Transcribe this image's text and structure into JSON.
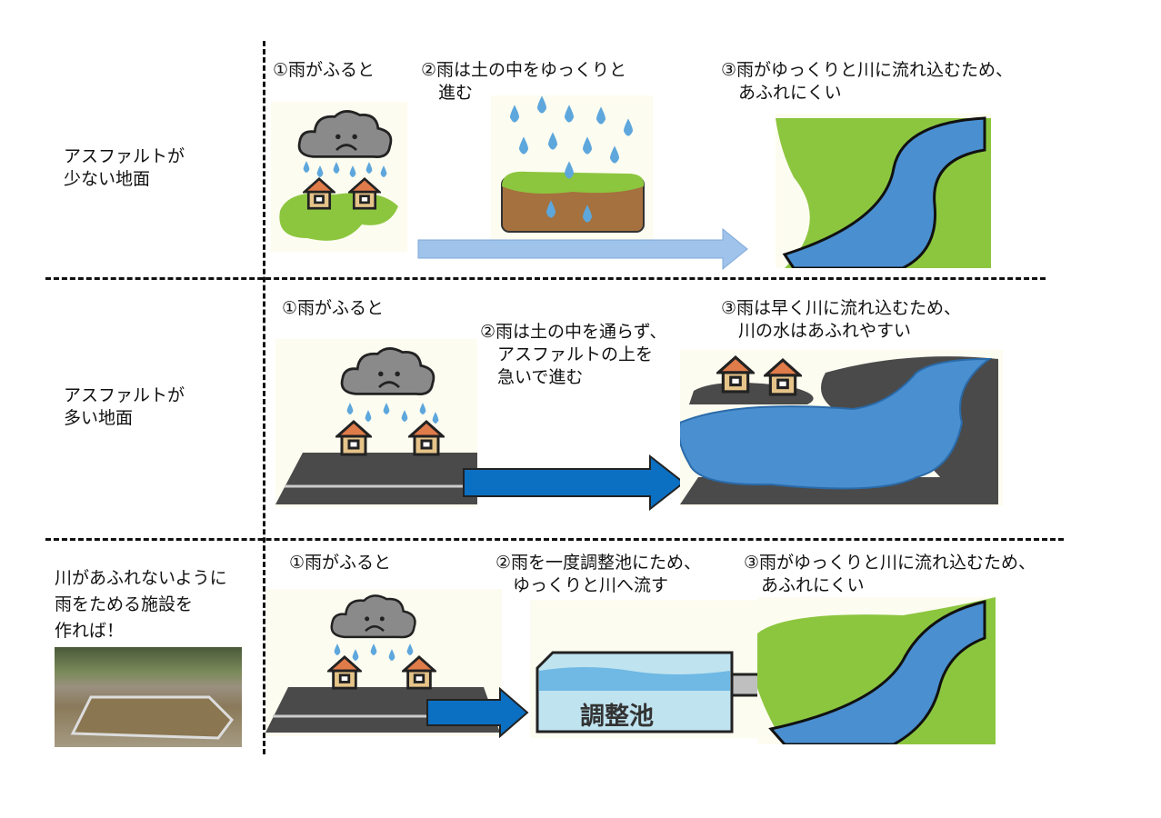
{
  "rows": [
    {
      "label": "アスファルトが\n少ない地面",
      "steps": [
        "①雨がふると",
        "②雨は土の中をゆっくりと\n　進む",
        "③雨がゆっくりと川に流れ込むため、\n　あふれにくい"
      ]
    },
    {
      "label": "アスファルトが\n多い地面",
      "steps": [
        "①雨がふると",
        "②雨は土の中を通らず、\n　アスファルトの上を\n　急いで進む",
        "③雨は早く川に流れ込むため、\n　川の水はあふれやすい"
      ]
    },
    {
      "label": "川があふれないように\n雨をためる施設を\n作れば！",
      "steps": [
        "①雨がふると",
        "②雨を一度調整池にため、\n　ゆっくりと川へ流す",
        "③雨がゆっくりと川に流れ込むため、\n　あふれにくい"
      ],
      "tank_label": "調整池"
    }
  ],
  "colors": {
    "grass": "#8cc63f",
    "water": "#4a8fd0",
    "asphalt": "#4a4a4a",
    "arrow_blue": "#0b6fc2",
    "arrow_light": "#9fc3ea",
    "roof": "#e07b4a",
    "wall": "#e6c489",
    "cloud": "#8a8a8a"
  }
}
